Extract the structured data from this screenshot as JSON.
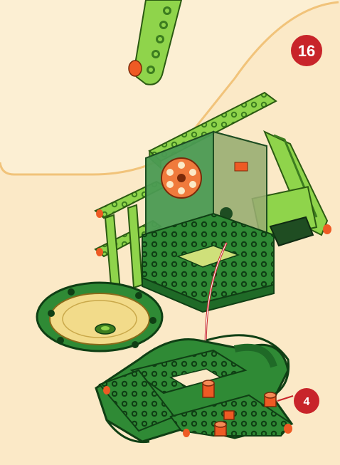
{
  "page": {
    "step_number": "16",
    "callout_quantity": "4"
  },
  "colors": {
    "background": "#fbe9c7",
    "panel": "#fcefd3",
    "panel_border": "#f1c37a",
    "lime": "#8fd44b",
    "lime_dark": "#5aa62a",
    "green": "#2f8a35",
    "green_dark": "#15561c",
    "peg_orange": "#ee5a24",
    "badge_red": "#c8242a",
    "disc_yellow": "#f2db8a",
    "hub_orange": "#f07a3c"
  },
  "icons": {
    "wire_arrow": "curved-red-line",
    "peg": "red-friction-peg"
  }
}
